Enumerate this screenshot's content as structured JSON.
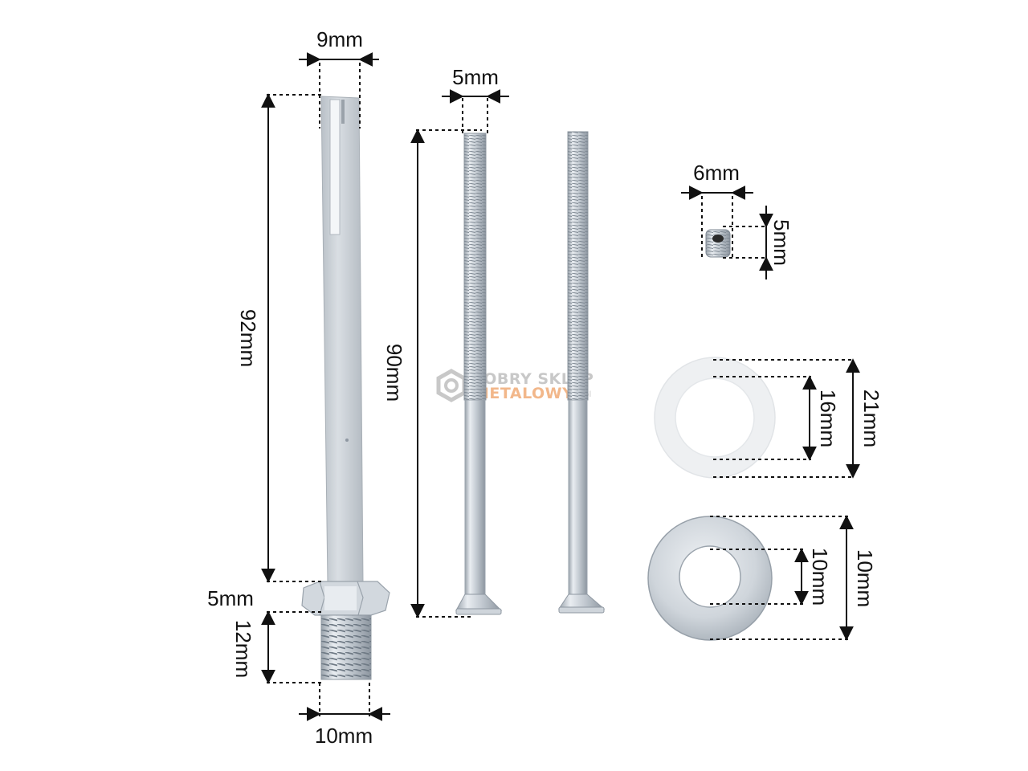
{
  "colors": {
    "background": "#ffffff",
    "metal_light": "#e6eaee",
    "metal_mid": "#c4cbd2",
    "metal_dark": "#8f98a2",
    "dimension_line": "#111111",
    "watermark_gray": "#c8c8c8",
    "watermark_orange": "#f2b78a"
  },
  "watermark": {
    "line1": "DOBRY SKLEP",
    "line2": "METALOWY",
    "suffix": ".pl"
  },
  "spindle": {
    "width_label": "9mm",
    "length_label": "92mm",
    "collar_label": "5mm",
    "thread_length_label": "12mm",
    "thread_width_label": "10mm"
  },
  "screws": {
    "diameter_label": "5mm",
    "length_label": "90mm"
  },
  "grub_screw": {
    "width_label": "6mm",
    "height_label": "5mm"
  },
  "plastic_washer": {
    "inner_label": "16mm",
    "outer_label": "21mm"
  },
  "metal_washer": {
    "inner_label": "10mm",
    "outer_label": "10mm"
  }
}
